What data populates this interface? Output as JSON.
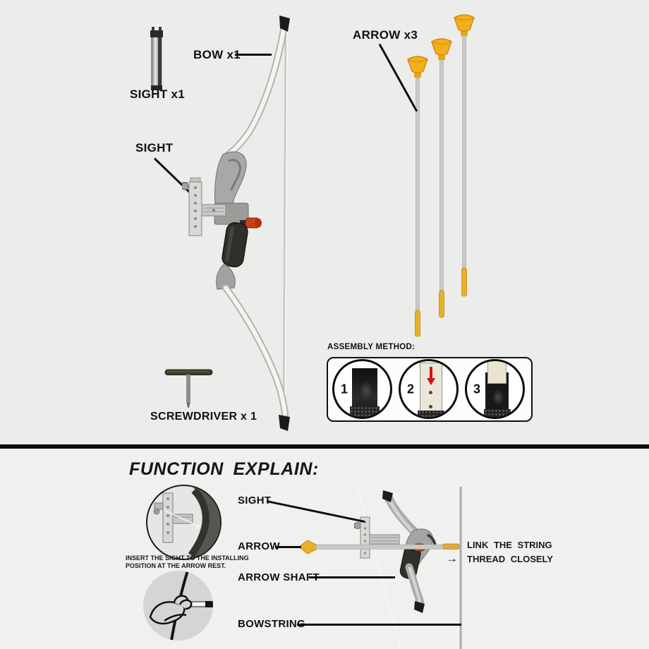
{
  "top": {
    "sight_part_label": "SIGHT x1",
    "bow_label": "BOW x1",
    "sight_label": "SIGHT",
    "arrows_label": "ARROW x3",
    "screwdriver_label": "SCREWDRIVER x 1",
    "assembly_title": "ASSEMBLY METHOD:",
    "steps": [
      "1",
      "2",
      "3"
    ]
  },
  "bottom": {
    "heading": "FUNCTION EXPLAIN:",
    "sight_label": "SIGHT",
    "arrow_label": "ARROW",
    "arrow_shaft_label": "ARROW SHAFT",
    "bowstring_label": "BOWSTRING",
    "insert_note_line1": "INSERT THE SIGHT TO THE INSTALLING",
    "insert_note_line2": "POSITION AT THE ARROW REST.",
    "link_note_line1": "LINK THE STRING",
    "link_note_line2": "THREAD CLOSELY",
    "arrow_glyph": "→"
  },
  "colors": {
    "background": "#ececea",
    "suction_cup_yellow": "#f3b01c",
    "knob_red": "#c64016",
    "label_black": "#101010"
  }
}
